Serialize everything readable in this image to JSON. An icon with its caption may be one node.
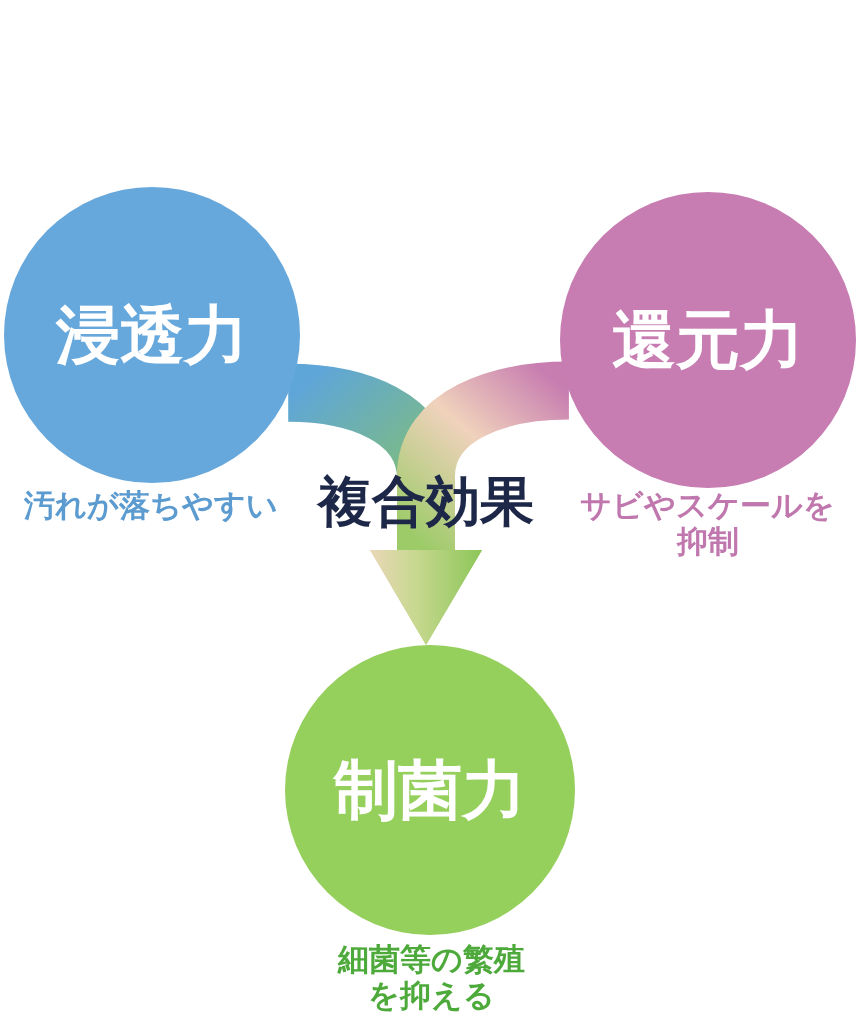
{
  "diagram": {
    "nodes": [
      {
        "text": [
          "浸透力"
        ],
        "beside": [
          "汚れが落ちやすい"
        ]
      },
      {
        "text": [
          "還元力"
        ],
        "beside": [
          "サビやスケールを抑制"
        ]
      },
      {
        "text": [
          "制菌力"
        ],
        "beside": [
          "細菌等の繁殖を抑える"
        ]
      }
    ],
    "edges": [
      {
        "from": 0,
        "to": 2,
        "arrow": "to"
      },
      {
        "from": 1,
        "to": 2,
        "arrow": "to"
      }
    ],
    "labels": [
      "複合効果"
    ]
  }
}
